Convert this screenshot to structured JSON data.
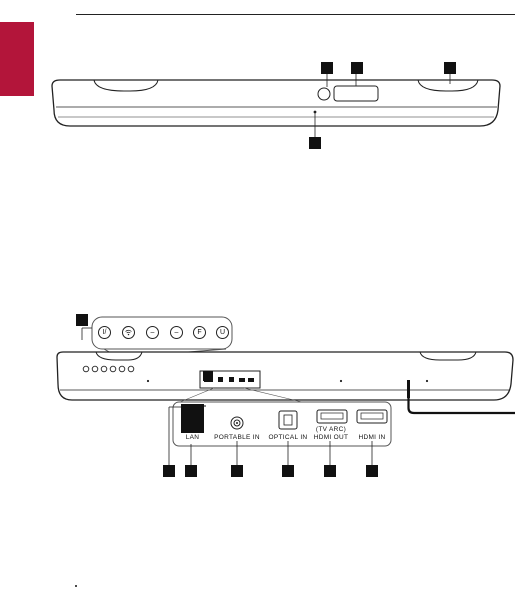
{
  "panel": {
    "buttons": [
      "I/",
      "",
      "–",
      "–",
      "F",
      "U"
    ]
  },
  "ports": {
    "lan": "LAN",
    "portable_in": "PORTABLE IN",
    "optical_in": "OPTICAL IN",
    "hdmi_out_top": "(TV ARC)",
    "hdmi_out_bottom": "HDMI OUT",
    "hdmi_in": "HDMI IN"
  }
}
